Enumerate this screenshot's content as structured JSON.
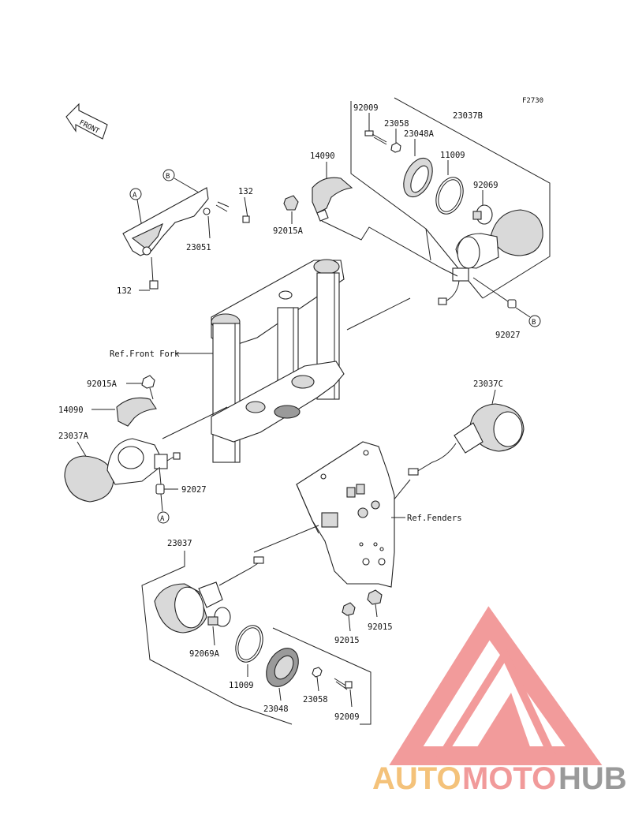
{
  "figure_code": "F2730",
  "front_label": "FRONT",
  "refs": {
    "front_fork": "Ref.Front Fork",
    "fenders": "Ref.Fenders"
  },
  "markers": {
    "a": "A",
    "b": "B"
  },
  "parts": {
    "p92009_top": "92009",
    "p23058_top": "23058",
    "p23037B": "23037B",
    "p23048A": "23048A",
    "p11009_top": "11009",
    "p92069": "92069",
    "p14090_top": "14090",
    "p92015A_top": "92015A",
    "p132_top": "132",
    "p23051": "23051",
    "p132_bottom": "132",
    "p92027_right": "92027",
    "p92015A_left": "92015A",
    "p14090_left": "14090",
    "p23037A": "23037A",
    "p92027_left": "92027",
    "p23037C": "23037C",
    "p23037": "23037",
    "p92069A": "92069A",
    "p11009_bottom": "11009",
    "p23048": "23048",
    "p23058_bottom": "23058",
    "p92009_bottom": "92009",
    "p92015_a": "92015",
    "p92015_b": "92015"
  },
  "watermark": {
    "part1": "AUTO",
    "part2": "MOTO",
    "part3": "HUB"
  },
  "colors": {
    "watermark_red": "#f08a8a",
    "watermark_orange": "#f4c27a",
    "watermark_gray": "#9a9a9a"
  }
}
